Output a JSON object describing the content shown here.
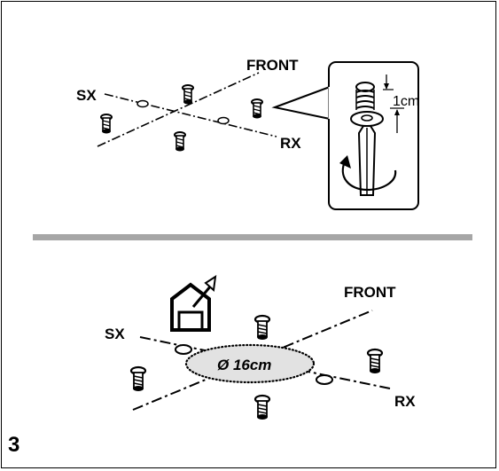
{
  "top_diagram": {
    "label_front": "FRONT",
    "label_left": "SX",
    "label_right": "RX",
    "inset_measure": "1cm"
  },
  "bottom_diagram": {
    "label_front": "FRONT",
    "label_left": "SX",
    "label_right": "RX",
    "diameter_label": "Ø 16cm"
  },
  "step_number": "3",
  "colors": {
    "divider": "#a6a6a6",
    "ellipse_fill": "#e2e2e2"
  }
}
